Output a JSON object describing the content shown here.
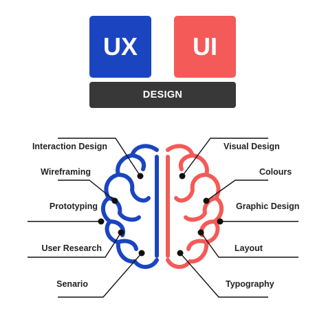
{
  "header": {
    "ux_label": "UX",
    "ui_label": "UI",
    "design_label": "DESIGN"
  },
  "colors": {
    "ux": "#1b45c0",
    "ui": "#f45a58",
    "bar": "#383838",
    "line": "#111111"
  },
  "left_labels": [
    "Interaction Design",
    "Wireframing",
    "Prototyping",
    "User Research",
    "Senario"
  ],
  "right_labels": [
    "Visual Design",
    "Colours",
    "Graphic Design",
    "Layout",
    "Typography"
  ]
}
